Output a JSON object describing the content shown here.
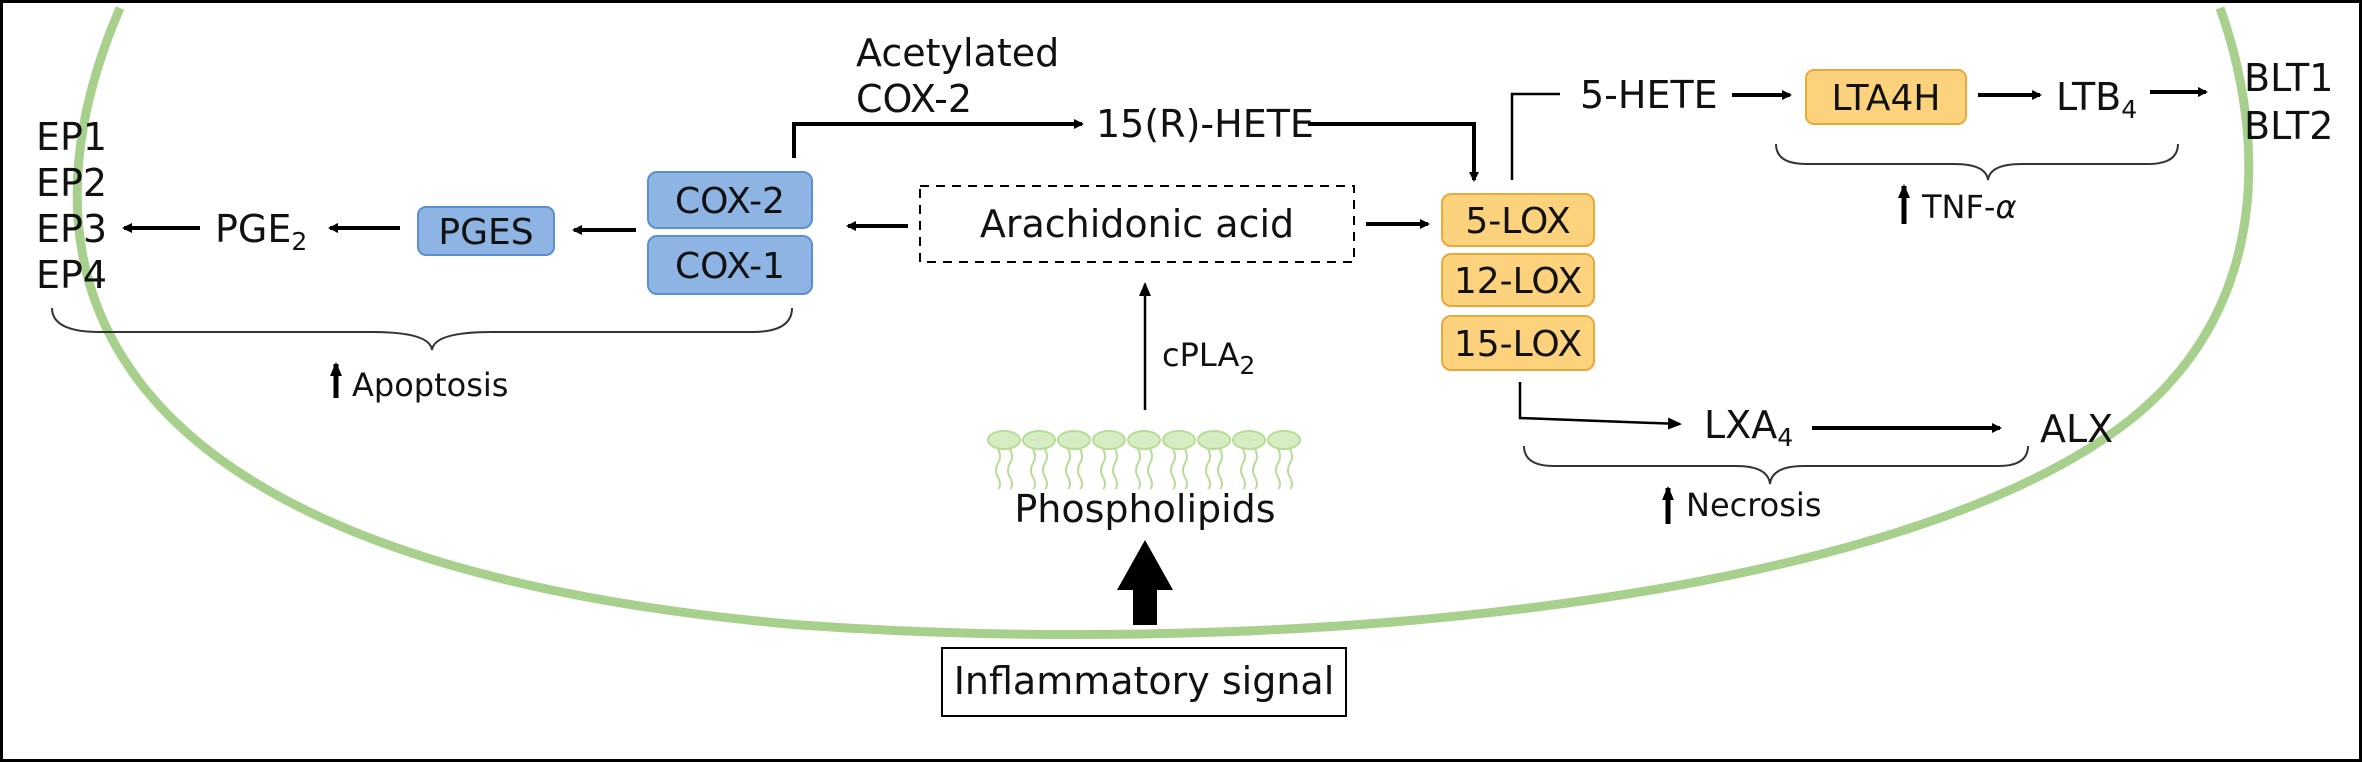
{
  "colors": {
    "membrane": "#a8d08d",
    "blue_fill": "#8eb4e3",
    "blue_stroke": "#5b8fcf",
    "orange_fill": "#fcd27d",
    "orange_stroke": "#e8a93a",
    "phospholipid": "#b8dc98"
  },
  "center": {
    "arachidonic_acid": "Arachidonic acid",
    "cpla2": "cPLA",
    "cpla2_sub": "2",
    "phospholipids": "Phospholipids",
    "inflammatory_signal": "Inflammatory signal"
  },
  "cox_branch": {
    "cox2": "COX-2",
    "cox1": "COX-1",
    "pges": "PGES",
    "pge": "PGE",
    "pge_sub": "2",
    "receptors": [
      "EP1",
      "EP2",
      "EP3",
      "EP4"
    ],
    "effect": "Apoptosis",
    "acetylated_line1": "Acetylated",
    "acetylated_line2": "COX-2",
    "hete15r": "15(R)-HETE"
  },
  "lox_branch": {
    "lox5": "5-LOX",
    "lox12": "12-LOX",
    "lox15": "15-LOX",
    "hete5": "5-HETE",
    "lta4h": "LTA4H",
    "ltb": "LTB",
    "ltb_sub": "4",
    "blt1": "BLT1",
    "blt2": "BLT2",
    "tnf": "TNF-",
    "tnf_greek": "α",
    "lxa": "LXA",
    "lxa_sub": "4",
    "alx": "ALX",
    "effect": "Necrosis"
  }
}
